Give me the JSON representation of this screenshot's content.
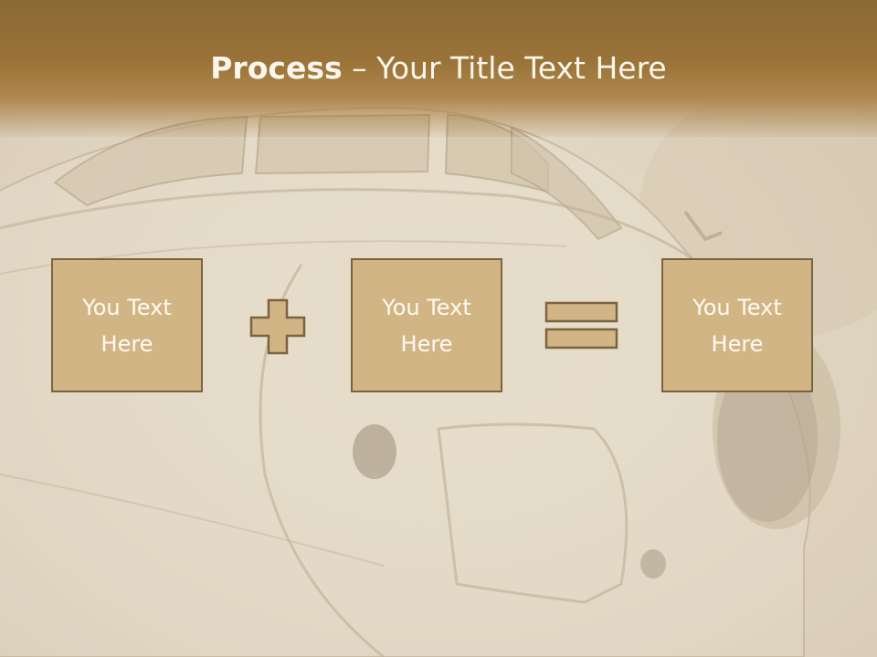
{
  "slide": {
    "title_bold": "Process",
    "title_rest": " – Your Title Text Here"
  },
  "process": {
    "boxes": [
      {
        "label": "You Text Here"
      },
      {
        "label": "You Text Here"
      },
      {
        "label": "You Text Here"
      }
    ],
    "operators": [
      {
        "icon": "plus-icon"
      },
      {
        "icon": "equals-icon"
      }
    ]
  },
  "colors": {
    "title_band": "#9a7338",
    "box_fill": "#d2b585",
    "box_border": "#7a6440",
    "text_light": "#fffaf0",
    "background": "#ddd1bc"
  }
}
